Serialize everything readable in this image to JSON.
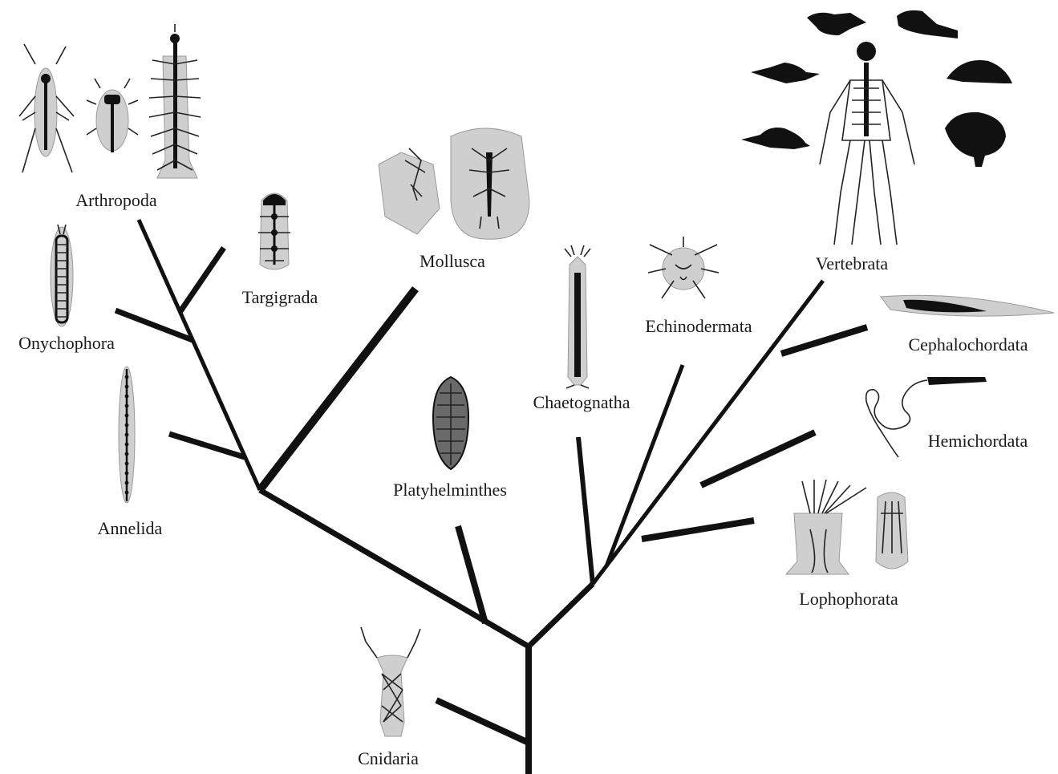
{
  "diagram": {
    "taxa": {
      "arthropoda": "Arthropoda",
      "targigrada": "Targigrada",
      "onychophora": "Onychophora",
      "annelida": "Annelida",
      "mollusca": "Mollusca",
      "platyhelminthes": "Platyhelminthes",
      "chaetognatha": "Chaetognatha",
      "echinodermata": "Echinodermata",
      "vertebrata": "Vertebrata",
      "cephalochordata": "Cephalochordata",
      "hemichordata": "Hemichordata",
      "lophophorata": "Lophophorata",
      "cnidaria": "Cnidaria"
    },
    "colors": {
      "ink": "#111111",
      "background": "#ffffff",
      "shade": "#cfcfcf"
    }
  }
}
